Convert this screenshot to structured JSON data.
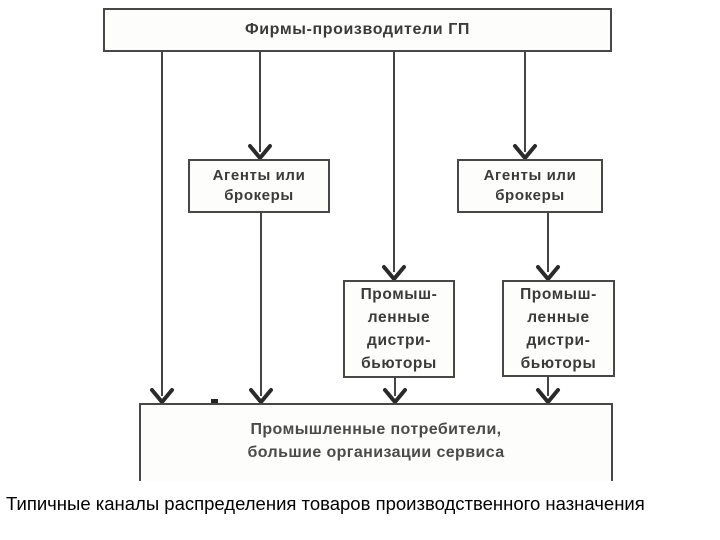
{
  "diagram": {
    "caption": "Типичные каналы распределения товаров производственного назначения",
    "nodes": {
      "producers": {
        "label": "Фирмы-производители ГП"
      },
      "agents_left": {
        "label": "Агенты или\nброкеры"
      },
      "agents_right": {
        "label": "Агенты или\nброкеры"
      },
      "distributors_left": {
        "label": "Промыш-\nленные\nдистри-\nбьюторы"
      },
      "distributors_right": {
        "label": "Промыш-\nленные\nдистри-\nбьюторы"
      },
      "consumers": {
        "label": "Промышленные потребители,\nбольшие организации сервиса"
      }
    },
    "colors": {
      "background": "#ffffff",
      "box_border": "#474747",
      "connector_line": "#444444",
      "arrowhead": "#2a2a2a",
      "box_text": "#3a3a3a",
      "caption_text": "#000000"
    }
  }
}
